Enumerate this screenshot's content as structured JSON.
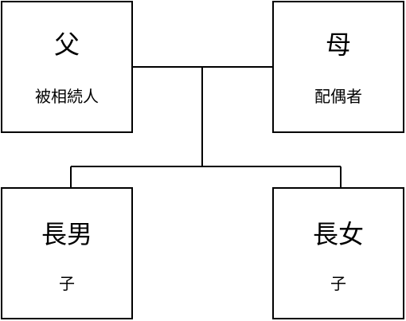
{
  "diagram": {
    "line_color": "#000000",
    "box_border_color": "#000000",
    "background_color": "#ffffff",
    "father": {
      "name": "父",
      "role": "被相続人"
    },
    "mother": {
      "name": "母",
      "role": "配偶者"
    },
    "eldest_son": {
      "name": "長男",
      "role": "子"
    },
    "eldest_daughter": {
      "name": "長女",
      "role": "子"
    }
  }
}
